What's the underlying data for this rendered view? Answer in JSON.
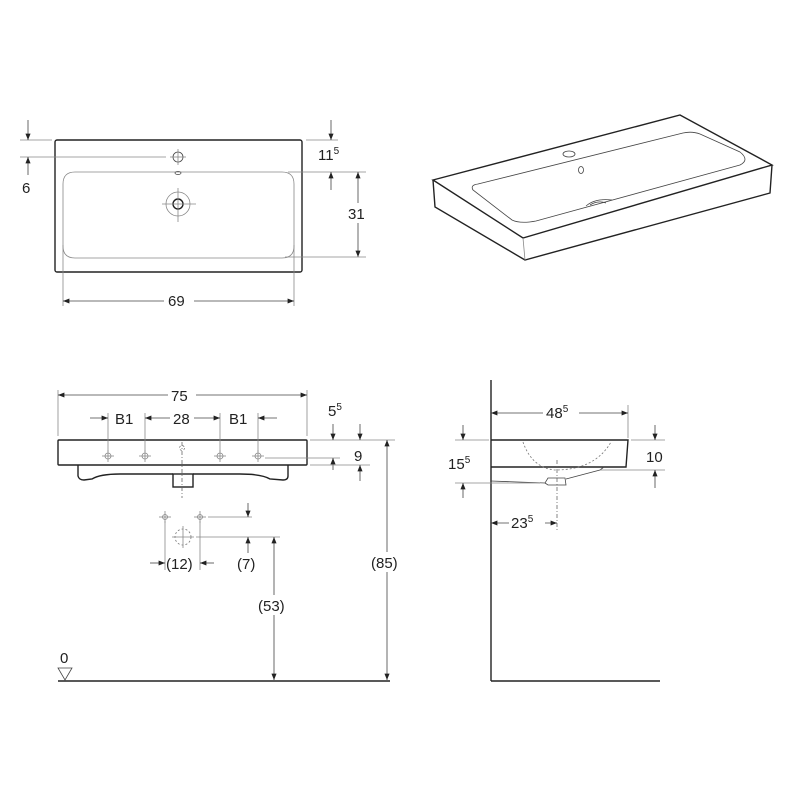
{
  "top_view": {
    "dim_width": "69",
    "dim_depth": "31",
    "dim_tap": "6",
    "dim_rim_main": "11",
    "dim_rim_sup": "5"
  },
  "front_view": {
    "dim_total_width": "75",
    "dim_b1_left": "B1",
    "dim_spacing": "28",
    "dim_b1_right": "B1",
    "dim_hole_main": "5",
    "dim_hole_sup": "5",
    "dim_thickness": "9",
    "dim_height_total": "(85)",
    "dim_outlet_spacing": "(12)",
    "dim_outlet_offset": "(7)",
    "dim_outlet_height": "(53)",
    "floor_level": "0"
  },
  "side_view": {
    "dim_depth_main": "48",
    "dim_depth_sup": "5",
    "dim_height_main": "15",
    "dim_height_sup": "5",
    "dim_rim": "10",
    "dim_drain_main": "23",
    "dim_drain_sup": "5"
  }
}
